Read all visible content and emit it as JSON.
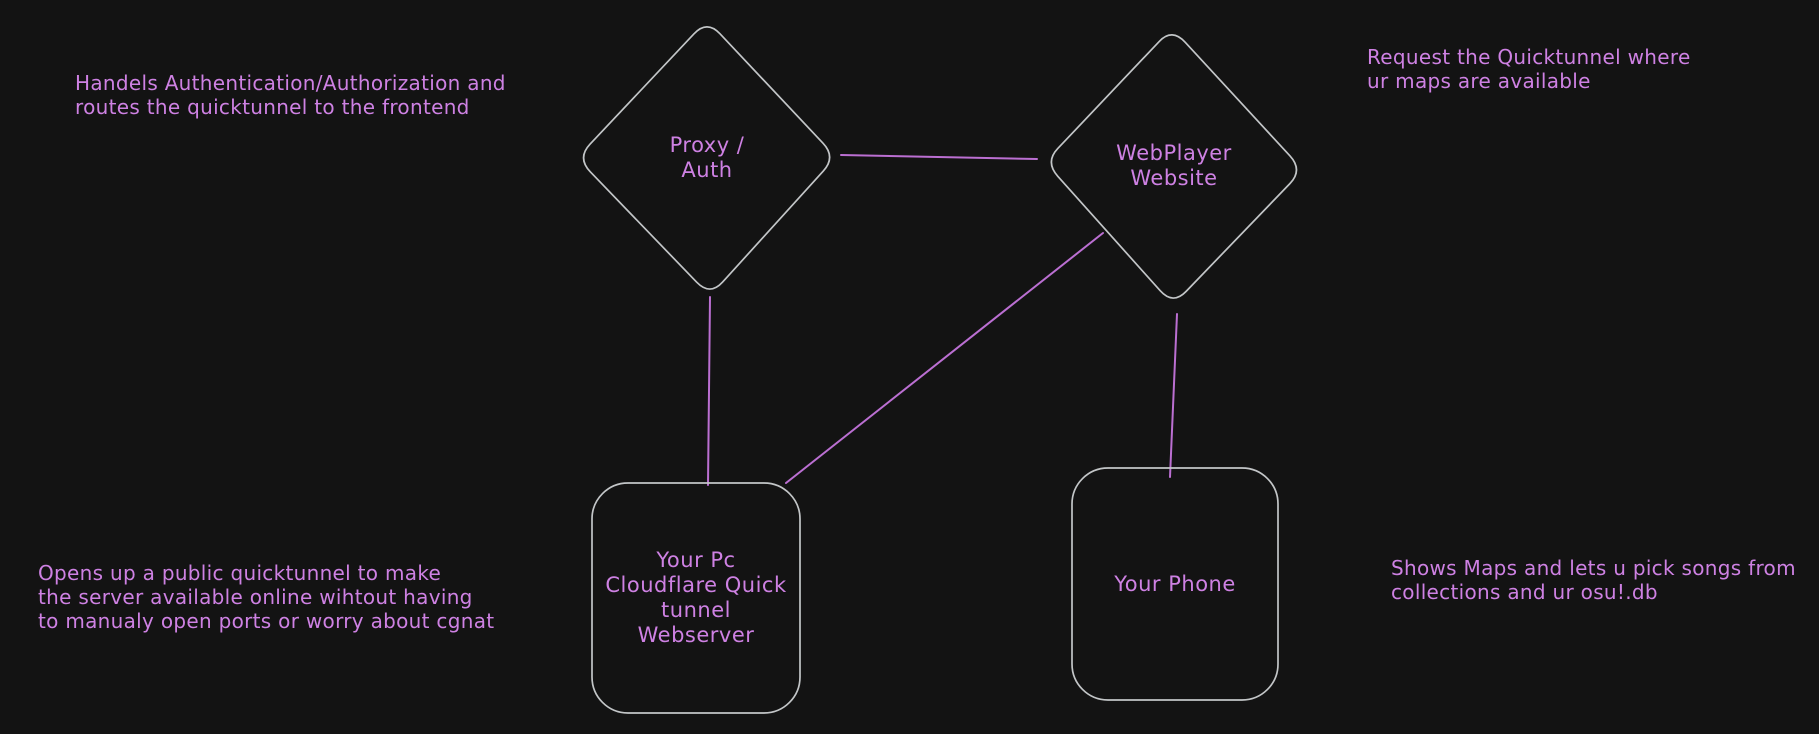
{
  "diagram": {
    "background": "#131313",
    "colors": {
      "shape_stroke": "#c3c6c8",
      "connector_stroke": "#bb6fd2",
      "text": "#ce81e3"
    },
    "nodes": [
      {
        "id": "proxy-auth",
        "shape": "diamond",
        "label": "Proxy /\nAuth"
      },
      {
        "id": "webplayer-website",
        "shape": "diamond",
        "label": "WebPlayer\nWebsite"
      },
      {
        "id": "pc-webserver",
        "shape": "rounded-rectangle",
        "label": "Your Pc\nCloudflare Quick\ntunnel\nWebserver"
      },
      {
        "id": "your-phone",
        "shape": "rounded-rectangle",
        "label": "Your Phone"
      }
    ],
    "edges": [
      {
        "from": "proxy-auth",
        "to": "webplayer-website"
      },
      {
        "from": "proxy-auth",
        "to": "pc-webserver"
      },
      {
        "from": "webplayer-website",
        "to": "pc-webserver"
      },
      {
        "from": "webplayer-website",
        "to": "your-phone"
      }
    ],
    "annotations": [
      {
        "id": "proxy-auth-note",
        "text": "Handels Authentication/Authorization and\nroutes the quicktunnel to the frontend"
      },
      {
        "id": "webplayer-note",
        "text": "Request the Quicktunnel where\nur maps are available"
      },
      {
        "id": "webserver-note",
        "text": "Opens up a public quicktunnel to make\nthe server available online wihtout having\nto manualy open ports or worry about cgnat"
      },
      {
        "id": "phone-note",
        "text": "Shows Maps and lets u pick songs from\ncollections and ur osu!.db"
      }
    ]
  }
}
